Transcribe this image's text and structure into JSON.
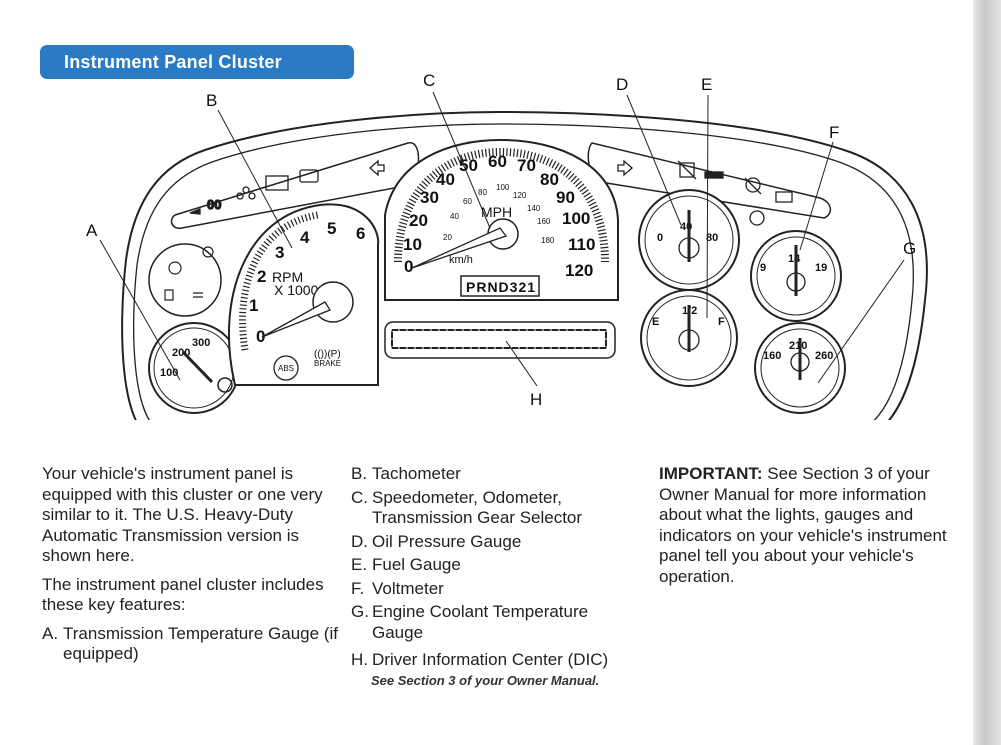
{
  "header": {
    "title": "Instrument Panel Cluster"
  },
  "callouts": {
    "a": "A",
    "b": "B",
    "c": "C",
    "d": "D",
    "e": "E",
    "f": "F",
    "g": "G",
    "h": "H"
  },
  "tachometer": {
    "numbers": [
      "1",
      "2",
      "3",
      "4",
      "5",
      "6"
    ],
    "zero": "0",
    "unit_line1": "RPM",
    "unit_line2": "X 1000"
  },
  "speedometer": {
    "mph_numbers": [
      "10",
      "20",
      "30",
      "40",
      "50",
      "60",
      "70",
      "80",
      "90",
      "100",
      "110",
      "120"
    ],
    "zero": "0",
    "kmh_numbers": [
      "20",
      "40",
      "60",
      "80",
      "100",
      "120",
      "140",
      "160",
      "180"
    ],
    "mph_label": "MPH",
    "kmh_label": "km/h",
    "gear_selector": "PRND321"
  },
  "trans_temp_gauge": {
    "labels": [
      "100",
      "200",
      "300"
    ]
  },
  "oil_gauge": {
    "labels": [
      "0",
      "40",
      "80"
    ]
  },
  "fuel_gauge": {
    "labels": [
      "E",
      "1/2",
      "F"
    ]
  },
  "volt_gauge": {
    "labels": [
      "9",
      "14",
      "19"
    ]
  },
  "coolant_gauge": {
    "labels": [
      "160",
      "210",
      "260"
    ]
  },
  "telltales": {
    "abs": "ABS",
    "brake": "BRAKE"
  },
  "text": {
    "intro": "Your vehicle's instrument panel is equipped with this cluster or one very similar to it. The U.S. Heavy-Duty Automatic Transmission version is shown here.",
    "features_intro": "The instrument panel cluster includes these key features:",
    "items": [
      {
        "label": "A.",
        "text": "Transmission Temperature Gauge (if equipped)"
      },
      {
        "label": "B.",
        "text": "Tachometer"
      },
      {
        "label": "C.",
        "text": "Speedometer, Odometer, Transmission Gear Selector"
      },
      {
        "label": "D.",
        "text": "Oil Pressure Gauge"
      },
      {
        "label": "E.",
        "text": "Fuel Gauge"
      },
      {
        "label": "F.",
        "text": "Voltmeter"
      },
      {
        "label": "G.",
        "text": "Engine Coolant Temperature Gauge"
      },
      {
        "label": "H.",
        "text": "Driver Information Center (DIC)"
      }
    ],
    "see_section": "See Section 3 of your Owner Manual.",
    "important_label": "IMPORTANT:",
    "important_text": "See Section 3 of your Owner Manual for more information about what the lights, gauges and indicators on your vehicle's instrument panel tell you about your vehicle's operation."
  }
}
